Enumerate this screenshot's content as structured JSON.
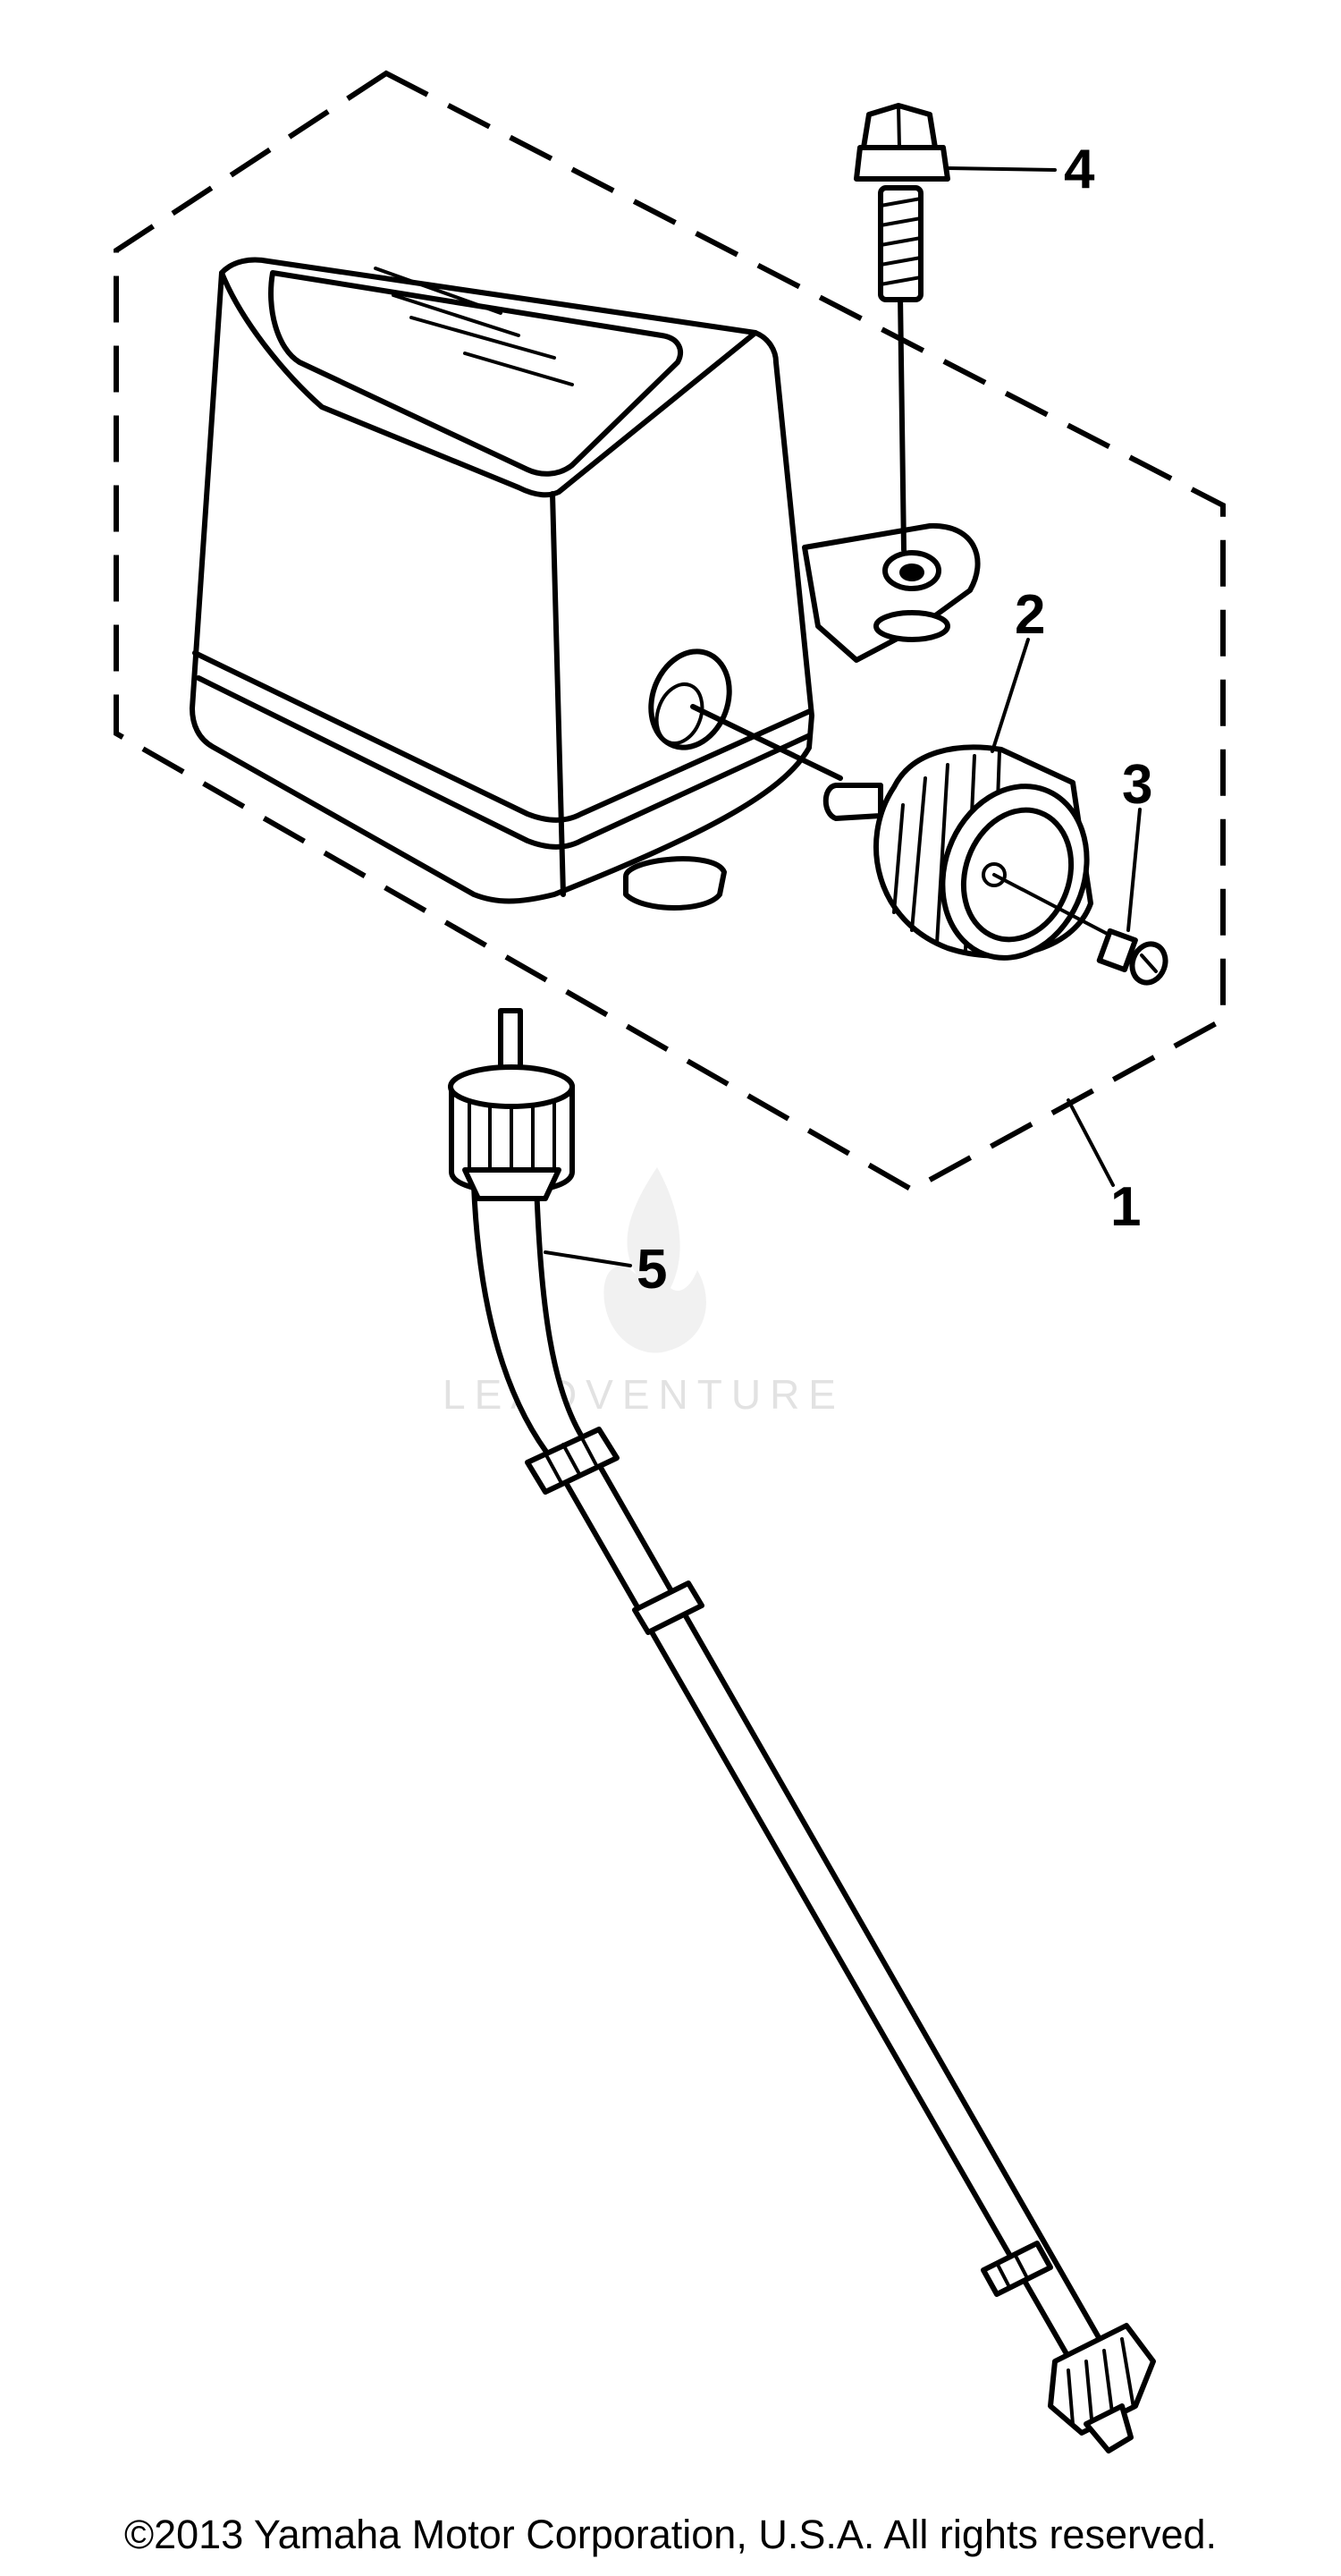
{
  "diagram": {
    "callouts": {
      "c1": "1",
      "c2": "2",
      "c3": "3",
      "c4": "4",
      "c5": "5"
    },
    "watermark": "LEADVENTURE",
    "copyright": "©2013 Yamaha Motor Corporation, U.S.A. All rights reserved."
  }
}
